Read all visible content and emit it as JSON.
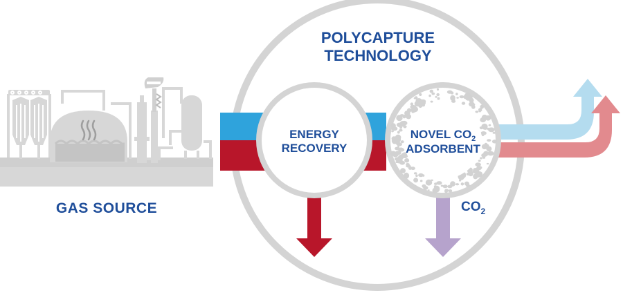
{
  "title": {
    "line1": "POLYCAPTURE",
    "line2": "TECHNOLOGY"
  },
  "gas_source": {
    "label": "GAS SOURCE"
  },
  "energy_recovery": {
    "line1": "ENERGY",
    "line2": "RECOVERY"
  },
  "adsorbent": {
    "line1_prefix": "NOVEL CO",
    "line1_sub": "2",
    "line2": "ADSORBENT"
  },
  "co2_output": {
    "prefix": "CO",
    "sub": "2"
  },
  "colors": {
    "title_blue": "#1f4e9a",
    "gray": "#d4d4d4",
    "gray_dark": "#c4c4c4",
    "cold_blue": "#2fa3dc",
    "hot_red": "#b8162a",
    "light_blue": "#b4dcef",
    "light_red": "#e28a8e",
    "co2_purple": "#b6a3cc"
  },
  "icons": [
    "gas-plant-icon",
    "heat-waves-icon",
    "flare-stack-icon",
    "porous-adsorbent-icon"
  ]
}
